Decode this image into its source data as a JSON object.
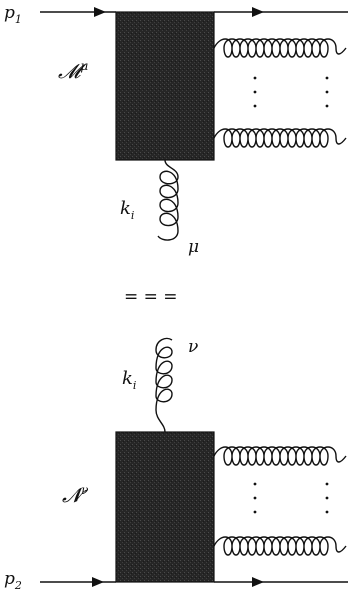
{
  "labels": {
    "p1_main": "p",
    "p1_sub": "1",
    "p2_main": "p",
    "p2_sub": "2",
    "M_main": "𝓜",
    "M_sup": "μ",
    "N_main": "𝓝",
    "N_sup": "ν",
    "k_top_main": "k",
    "k_top_sub": "i",
    "k_bot_main": "k",
    "k_bot_sub": "i",
    "mu": "μ",
    "nu": "ν",
    "separator": "= = ="
  },
  "colors": {
    "line": "#111111",
    "blob": "#2b2b2b"
  }
}
